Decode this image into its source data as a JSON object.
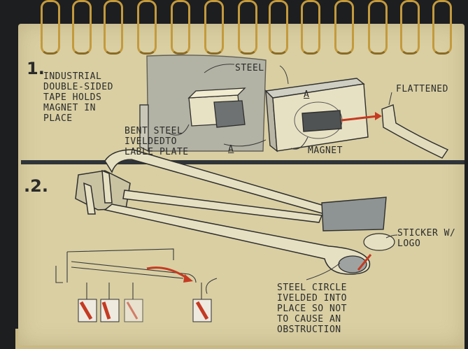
{
  "step1": {
    "number": "1.",
    "tape_note": "INDUSTRIAL\nDOUBLE-SIDED\nTAPE HOLDS\nMAGNET IN\nPLACE",
    "steel_label": "STEEL",
    "bent_steel_note": "BENT STEEL\nIVELDEDTO\nLABLE PLATE",
    "section_a_mark": "A",
    "section_a_mark_2": "A",
    "magnet_label": "MAGNET",
    "flattened_label": "FLATTENED"
  },
  "step2": {
    "number": ".2.",
    "sticker_note": "STICKER W/\nLOGO",
    "circle_note": "STEEL CIRCLE\nIVELDED INTO\nPLACE SO NOT\nTO CAUSE AN\nOBSTRUCTION"
  },
  "colors": {
    "paper": "#d9cfa3",
    "marker_gray": "#8e9493",
    "accent_red": "#c53a22",
    "ring_gold": "#c49a3c",
    "divider": "#2f3438"
  }
}
